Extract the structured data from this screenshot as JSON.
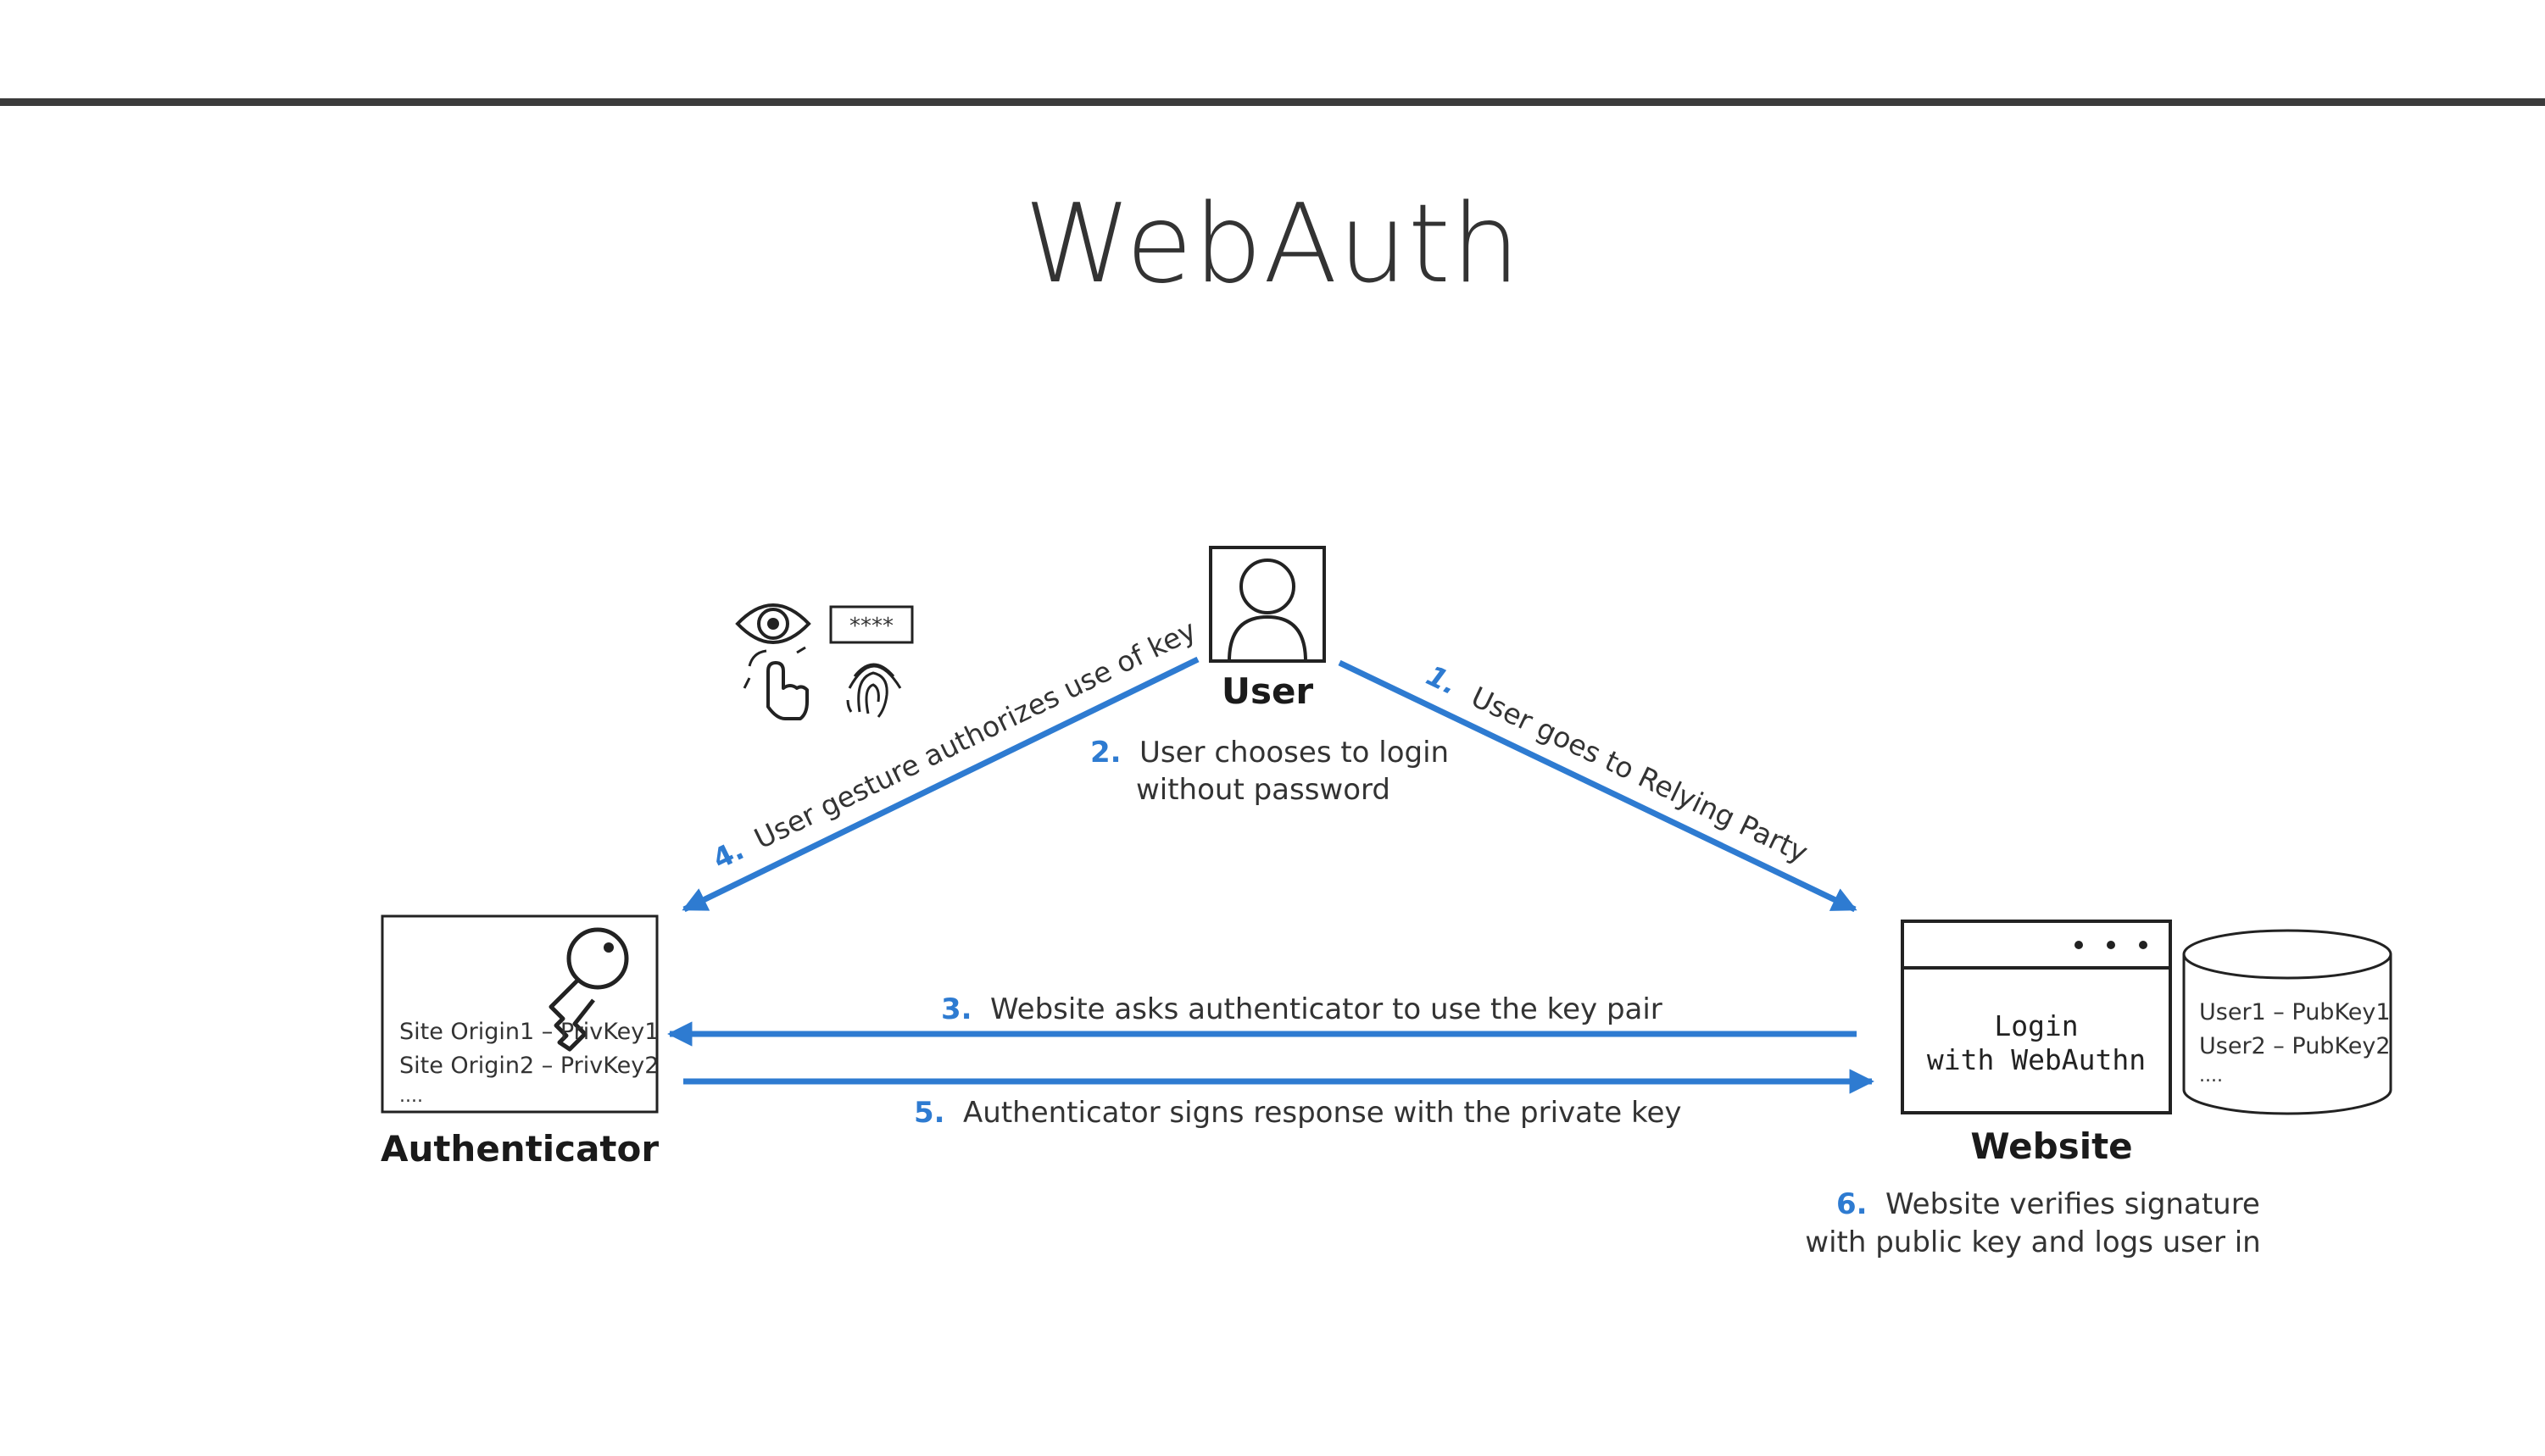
{
  "title": "WebAuth",
  "colors": {
    "arrow": "#2e7bd1",
    "outline": "#222222",
    "rule": "#3b3b3b"
  },
  "nodes": {
    "user": {
      "label": "User",
      "icon": "user-avatar-icon"
    },
    "authenticator": {
      "label": "Authenticator",
      "icon": "key-icon",
      "entries": [
        "Site Origin1 – PrivKey1",
        "Site Origin2 – PrivKey2",
        "...."
      ]
    },
    "website": {
      "label": "Website",
      "window_dots": "• • •",
      "login_line1": "Login",
      "login_line2": "with WebAuthn"
    },
    "database": {
      "icon": "database-icon",
      "entries": [
        "User1 – PubKey1",
        "User2 – PubKey2",
        "...."
      ]
    }
  },
  "gesture_icons": {
    "items": [
      "eye-icon",
      "pin-icon",
      "touch-icon",
      "fingerprint-icon"
    ],
    "pin_text": "****"
  },
  "steps": [
    {
      "num": "1.",
      "text": "User goes to Relying Party"
    },
    {
      "num": "2.",
      "text_line1": "User chooses to login",
      "text_line2": "without password"
    },
    {
      "num": "3.",
      "text": "Website asks authenticator to use the key pair"
    },
    {
      "num": "4.",
      "text": "User gesture authorizes use of key"
    },
    {
      "num": "5.",
      "text": "Authenticator signs response with the private key"
    },
    {
      "num": "6.",
      "text_line1": "Website verifies signature",
      "text_line2": "with public key and logs user in"
    }
  ]
}
